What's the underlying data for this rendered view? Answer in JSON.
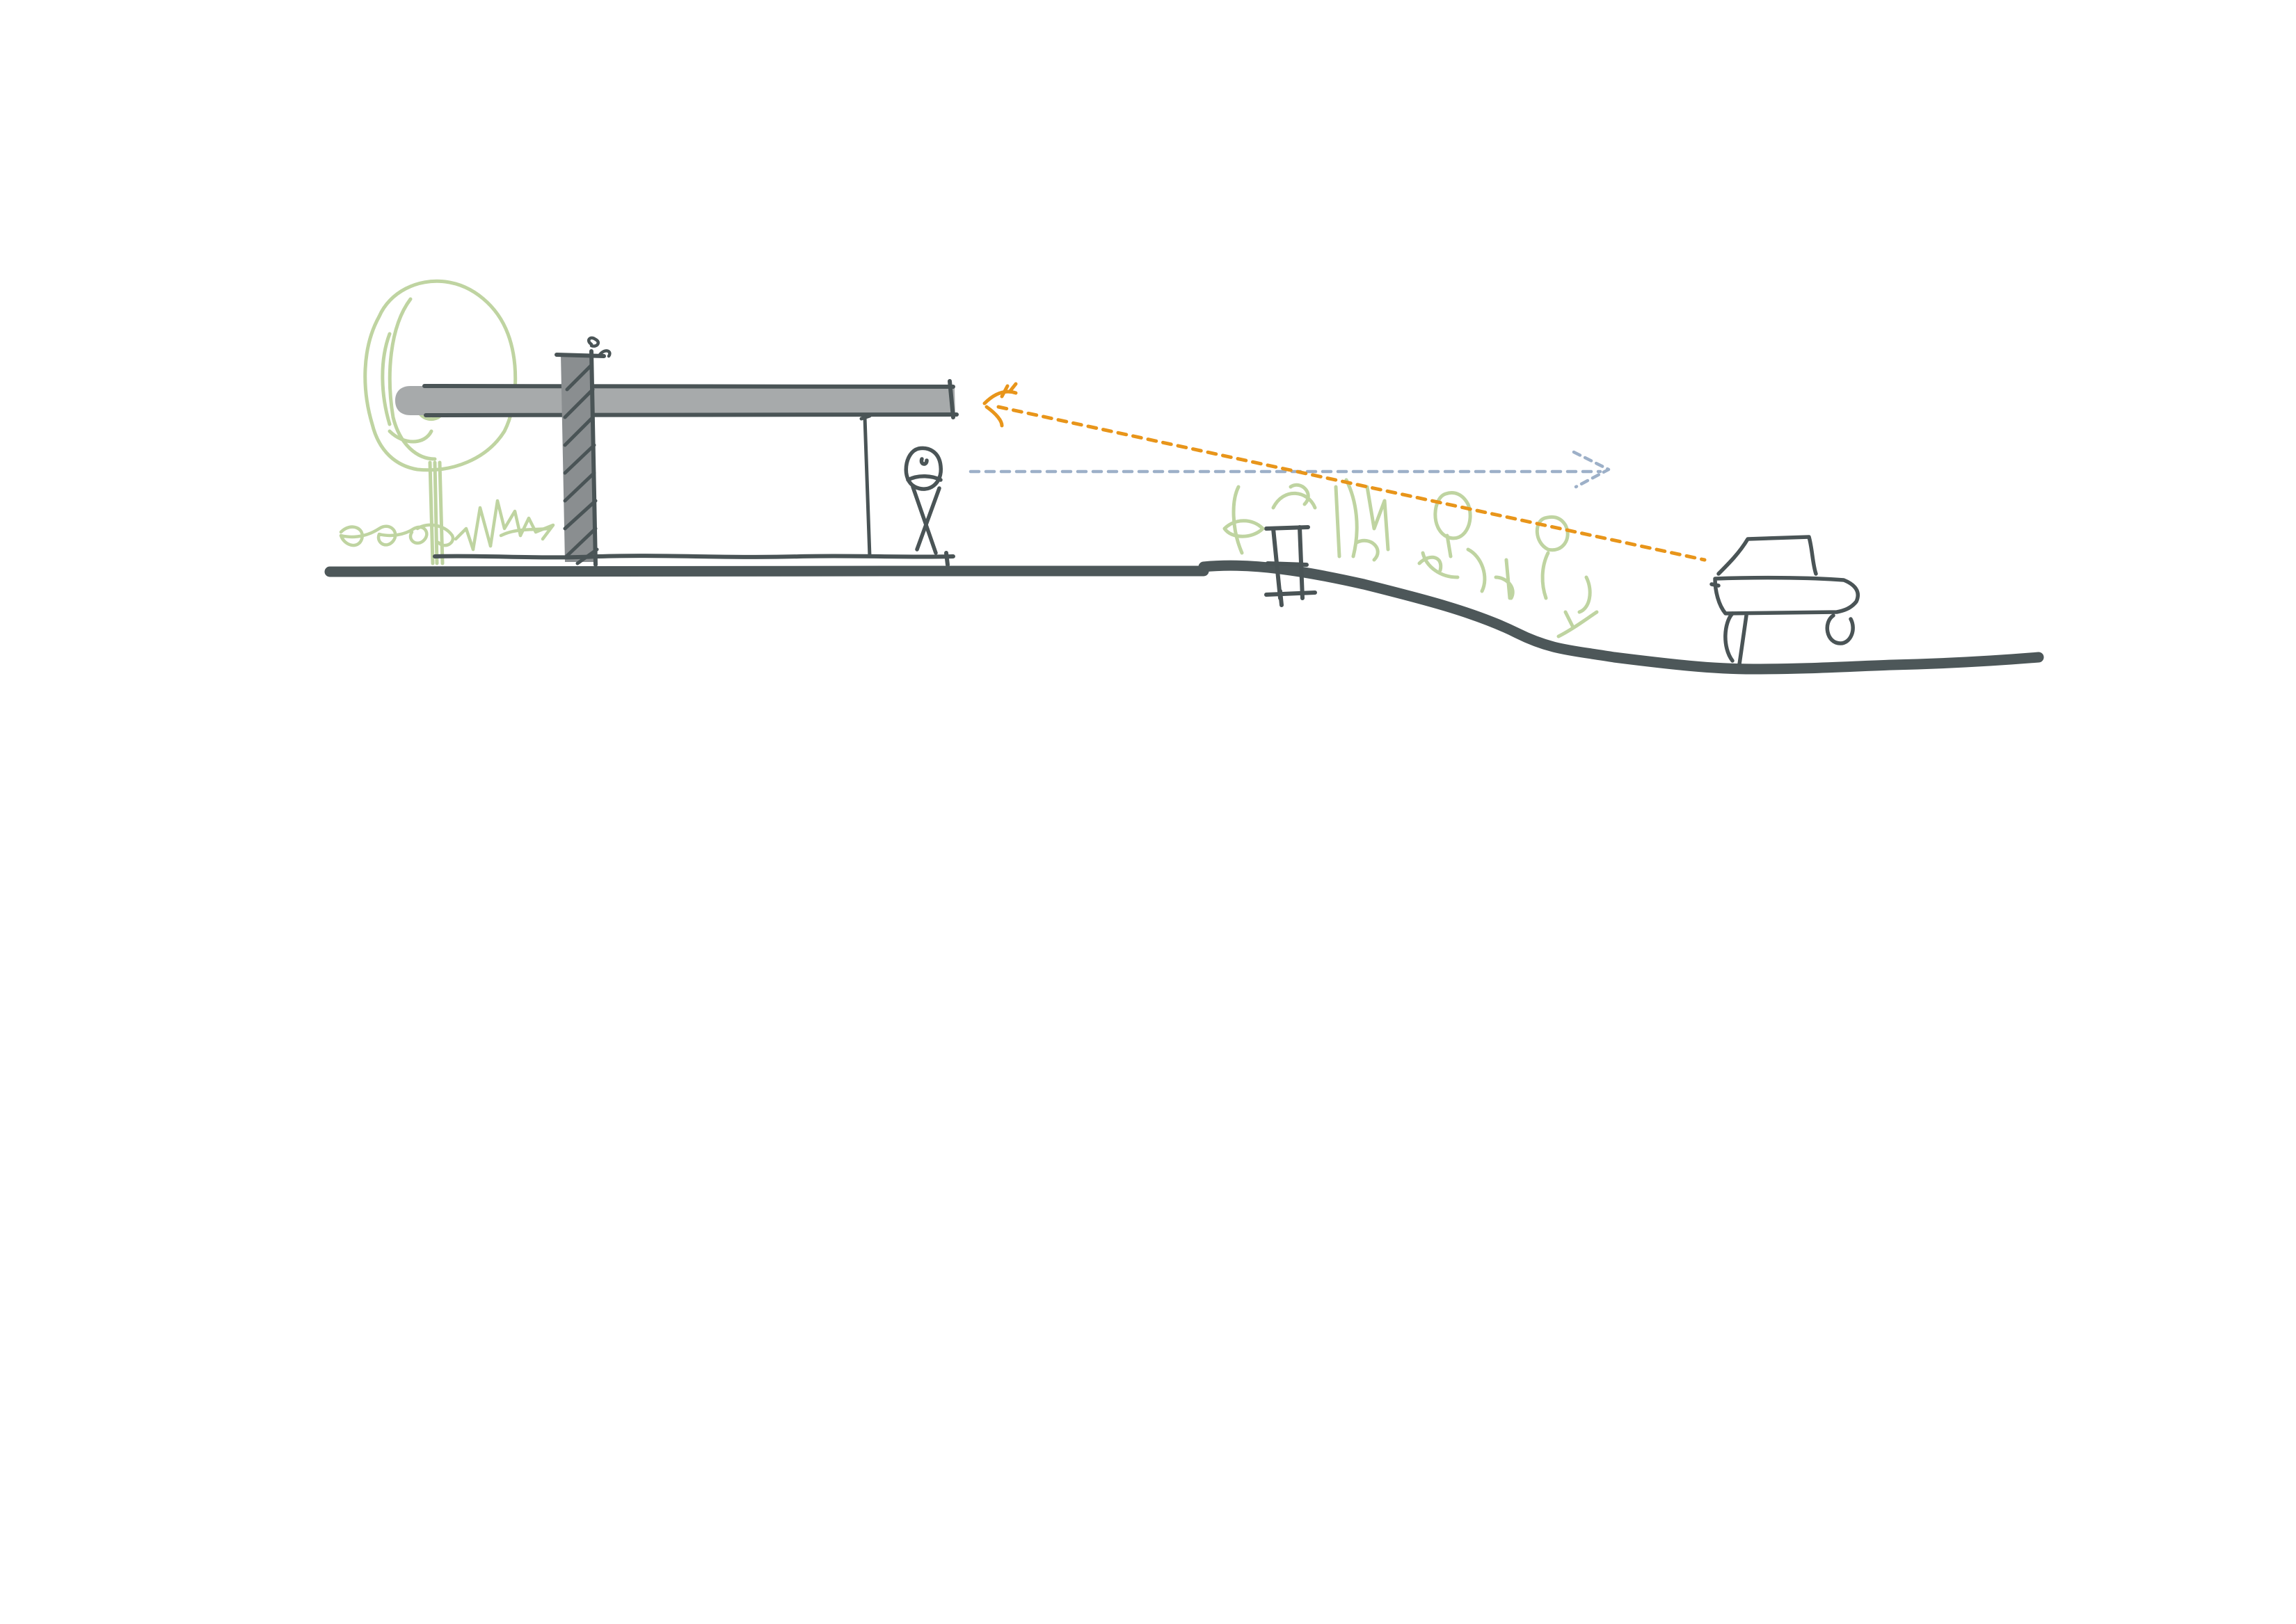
{
  "diagram": {
    "type": "site-section-sketch",
    "colors": {
      "background": "#ffffff",
      "ink": "#4a5456",
      "ground": "#4d5759",
      "roof_fill": "#a7aaab",
      "wall_fill": "#8a8e90",
      "vegetation": "#bfd4a1",
      "sightline_raised": "#e8951a",
      "sightline_level": "#9db0c8"
    },
    "elements": [
      {
        "id": "ground-line",
        "icon": "terrain-profile-icon"
      },
      {
        "id": "canopy-roof",
        "icon": "flat-roof-icon"
      },
      {
        "id": "wall-column",
        "icon": "hatched-wall-icon"
      },
      {
        "id": "person",
        "icon": "person-icon"
      },
      {
        "id": "tree",
        "icon": "tree-icon"
      },
      {
        "id": "shrubs",
        "icon": "grass-icon"
      },
      {
        "id": "fence",
        "icon": "fence-icon"
      },
      {
        "id": "planting-bank",
        "icon": "planting-icon"
      },
      {
        "id": "vehicle",
        "icon": "car-icon"
      },
      {
        "id": "sightline-level",
        "icon": "dashed-arrow-icon"
      },
      {
        "id": "sightline-raised",
        "icon": "dashed-arrow-icon"
      }
    ]
  }
}
